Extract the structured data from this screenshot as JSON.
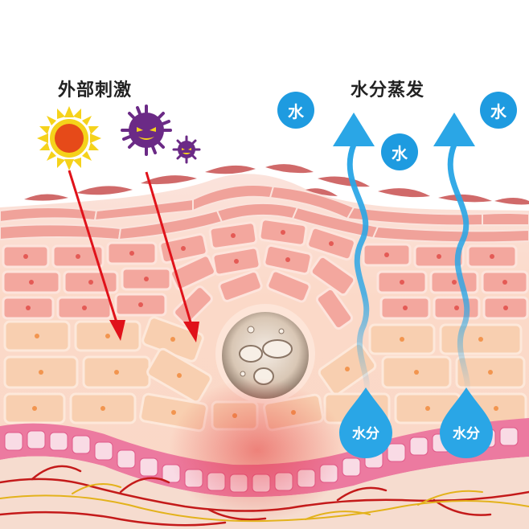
{
  "labels": {
    "external_stimulus": "外部刺激",
    "water_evaporation": "水分蒸发"
  },
  "water_bubbles": [
    "水",
    "水",
    "水"
  ],
  "droplets": [
    "水分",
    "水分"
  ],
  "colors": {
    "stimulus_arrow": "#e0121a",
    "water_arrow": "#2aa6e6",
    "water_bubble": "#1e9be0",
    "sun": "#f5d21b",
    "virus": "#6b2a86",
    "skin_pink": "#f2a7a0",
    "cell_orange": "#f6c8a6",
    "basal_membrane": "#e85a8a",
    "vessel_red": "#c41a1a",
    "nerve_yellow": "#e3b21b"
  },
  "icons": [
    "sun-icon",
    "virus-icon-large",
    "virus-icon-small",
    "water-droplet-icon",
    "up-arrow-icon",
    "down-arrow-icon",
    "damaged-cell-icon"
  ]
}
